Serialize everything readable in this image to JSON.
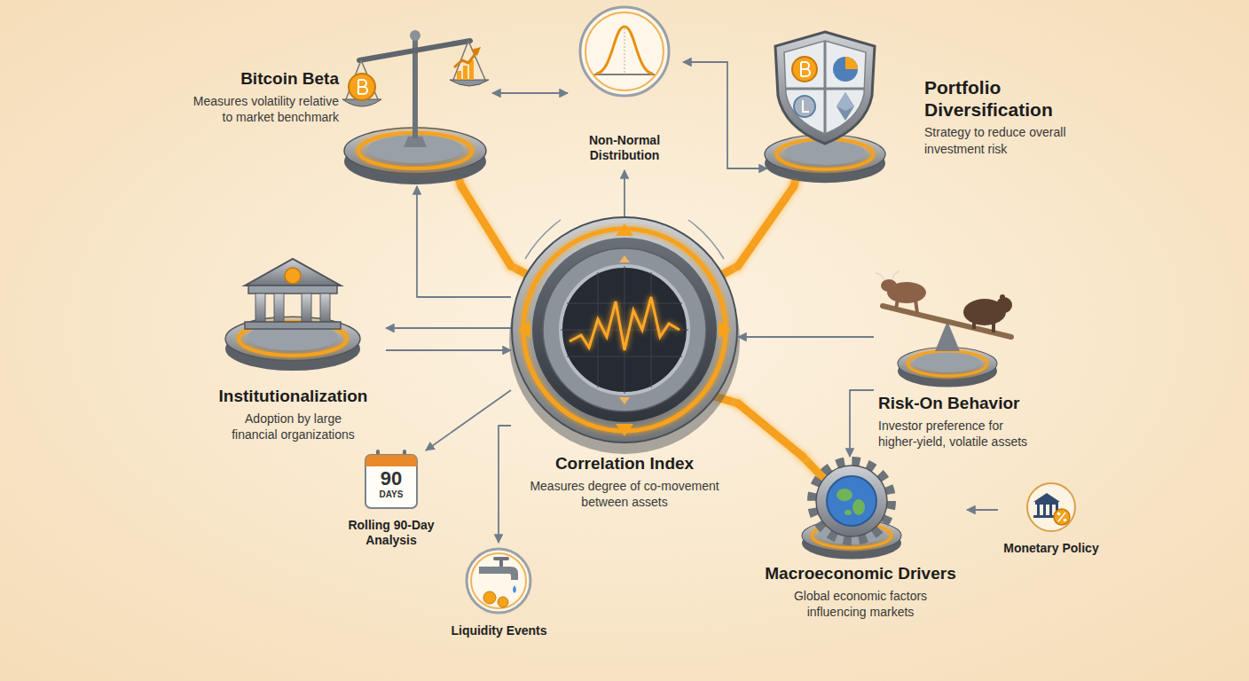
{
  "diagram": {
    "nodes": [
      {
        "text": [
          "Bitcoin Beta",
          "Measures volatility relative to market benchmark"
        ]
      },
      {
        "text": [
          "Non-Normal Distribution"
        ]
      },
      {
        "text": [
          "Portfolio Diversification",
          "Strategy to reduce overall investment risk"
        ]
      },
      {
        "text": [
          "Institutionalization",
          "Adoption by large financial organizations"
        ]
      },
      {
        "text": [
          "Correlation Index",
          "Measures degree of co-movement between assets"
        ]
      },
      {
        "text": [
          "Risk-On Behavior",
          "Investor preference for higher-yield, volatile assets"
        ]
      },
      {
        "text": [
          "Rolling 90-Day Analysis"
        ]
      },
      {
        "text": [
          "Liquidity Events"
        ]
      },
      {
        "text": [
          "Monetary Policy"
        ]
      },
      {
        "text": [
          "Macroeconomic Drivers",
          "Global economic factors influencing markets"
        ]
      }
    ],
    "edges": [
      {
        "from": 0,
        "to": 4,
        "arrow": "none"
      },
      {
        "from": 2,
        "to": 4,
        "arrow": "none"
      },
      {
        "from": 4,
        "to": 9,
        "arrow": "none"
      },
      {
        "from": 1,
        "to": 0,
        "arrow": "both"
      },
      {
        "from": 1,
        "to": 2,
        "arrow": "both"
      },
      {
        "from": 4,
        "to": 1,
        "arrow": "to"
      },
      {
        "from": 3,
        "to": 4,
        "arrow": "to"
      },
      {
        "from": 4,
        "to": 3,
        "arrow": "to"
      },
      {
        "from": 4,
        "to": 0,
        "arrow": "to"
      },
      {
        "from": 5,
        "to": 4,
        "arrow": "to"
      },
      {
        "from": 5,
        "to": 9,
        "arrow": "to"
      },
      {
        "from": 8,
        "to": 9,
        "arrow": "to"
      },
      {
        "from": 4,
        "to": 7,
        "arrow": "to"
      },
      {
        "from": 4,
        "to": 6,
        "arrow": "to"
      }
    ],
    "labels": [
      "90",
      "DAYS"
    ]
  }
}
